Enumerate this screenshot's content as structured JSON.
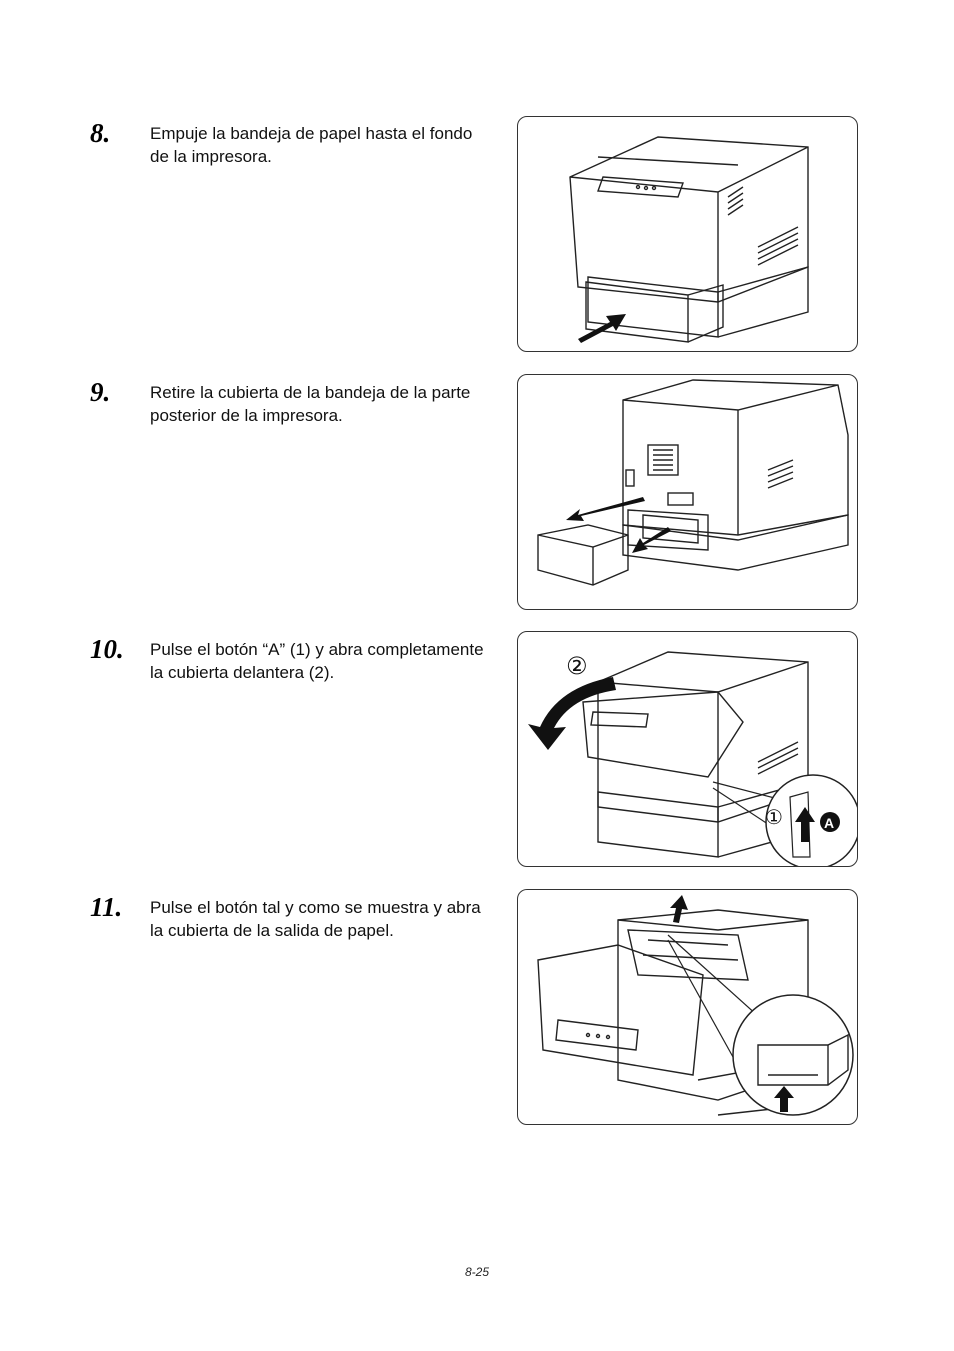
{
  "steps": [
    {
      "number": "8.",
      "text": "Empuje la bandeja de papel hasta el fondo de la impresora."
    },
    {
      "number": "9.",
      "text": "Retire la cubierta de la bandeja de la parte posterior de la impresora."
    },
    {
      "number": "10.",
      "text": "Pulse el botón “A” (1) y abra completamente la cubierta delantera (2)."
    },
    {
      "number": "11.",
      "text": "Pulse el botón tal y como se muestra y abra la cubierta de la salida de papel."
    }
  ],
  "figure_labels": {
    "callout_1": "①",
    "callout_2": "②",
    "callout_a": "A"
  },
  "footer": {
    "page_number": "8-25"
  }
}
